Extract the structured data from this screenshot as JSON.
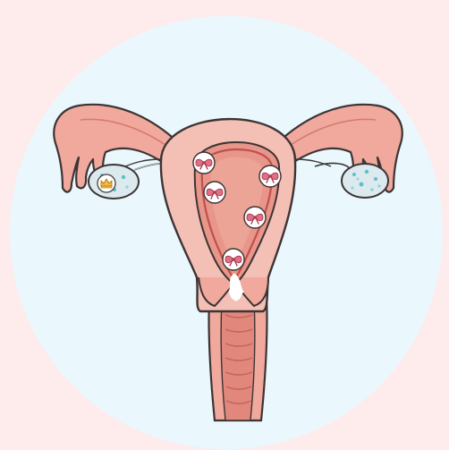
{
  "colors": {
    "page_bg": "#fdeceb",
    "circle_bg": "#eaf8fe",
    "outline": "#3d3435",
    "tissue": "#f0a99c",
    "tissue_light": "#f4bfb4",
    "tissue_dark": "#d57a70",
    "cavity": "#e8968a",
    "lining": "#c0504d",
    "ovary_fill": "#dce9ee",
    "ovary_dots": "#5dbfc9",
    "ribbon_pink": "#e36f86",
    "badge_fill": "#ffffff",
    "crown_gold": "#f5b840",
    "mucus": "#ffffff"
  },
  "icons": {
    "ribbon": "ribbon-bow-icon",
    "crown": "crown-icon"
  },
  "markers": [
    {
      "name": "ribbon-badge-1",
      "icon": "ribbon-bow-icon"
    },
    {
      "name": "ribbon-badge-2",
      "icon": "ribbon-bow-icon"
    },
    {
      "name": "ribbon-badge-3",
      "icon": "ribbon-bow-icon"
    },
    {
      "name": "ribbon-badge-4",
      "icon": "ribbon-bow-icon"
    },
    {
      "name": "ribbon-badge-5",
      "icon": "ribbon-bow-icon"
    },
    {
      "name": "ribbon-badge-6",
      "icon": "ribbon-bow-icon"
    },
    {
      "name": "crown-badge",
      "icon": "crown-icon"
    }
  ]
}
